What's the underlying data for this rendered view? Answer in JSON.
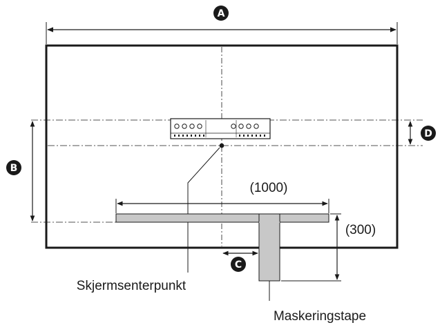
{
  "badges": {
    "a": "A",
    "b": "B",
    "c": "C",
    "d": "D"
  },
  "dimensions": {
    "width_label": "(1000)",
    "height_label": "(300)"
  },
  "labels": {
    "screen_center": "Skjermsenterpunkt",
    "masking_tape": "Maskeringstape"
  },
  "colors": {
    "line": "#1a1a1a",
    "tape_fill": "#c8c8c8",
    "badge_fill": "#1a1a1a"
  }
}
